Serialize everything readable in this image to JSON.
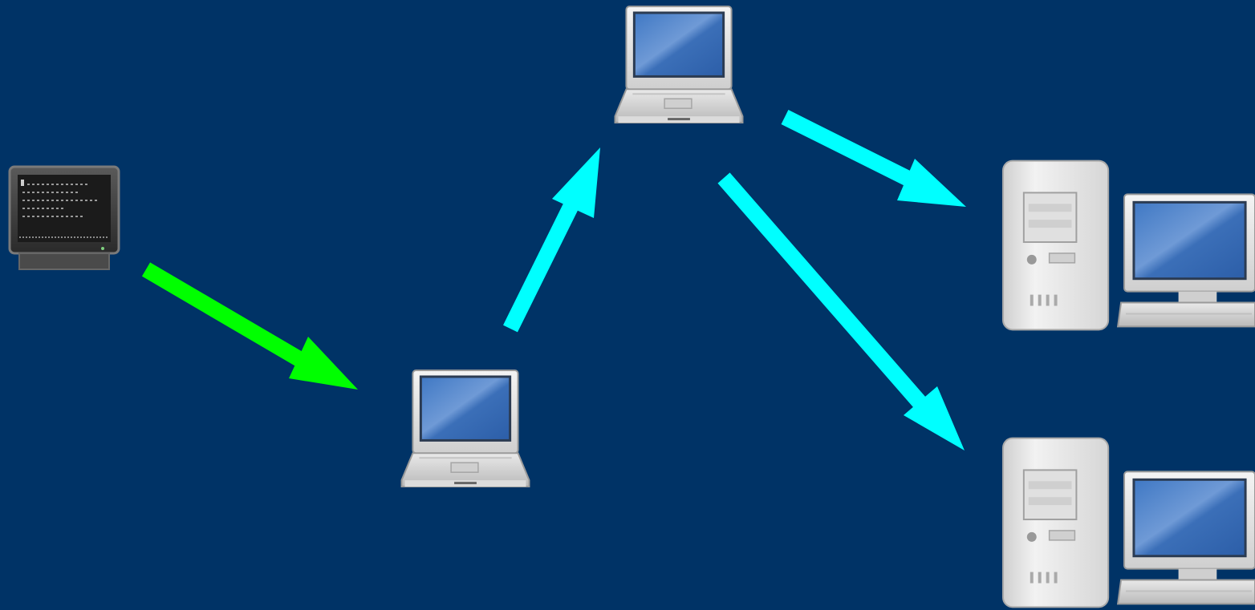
{
  "diagram": {
    "background_color": "#003366",
    "arrow_colors": {
      "green": "#00ff00",
      "cyan": "#00ffff"
    },
    "nodes": [
      {
        "id": "terminal",
        "icon": "terminal-monitor-icon"
      },
      {
        "id": "laptop-left",
        "icon": "laptop-icon"
      },
      {
        "id": "laptop-top",
        "icon": "laptop-icon"
      },
      {
        "id": "workstation-upper",
        "icon": "desktop-workstation-icon"
      },
      {
        "id": "workstation-lower",
        "icon": "desktop-workstation-icon"
      }
    ],
    "edges": [
      {
        "from": "terminal",
        "to": "laptop-left",
        "color": "green"
      },
      {
        "from": "laptop-left",
        "to": "laptop-top",
        "color": "cyan"
      },
      {
        "from": "laptop-top",
        "to": "workstation-upper",
        "color": "cyan"
      },
      {
        "from": "laptop-top",
        "to": "workstation-lower",
        "color": "cyan"
      }
    ]
  }
}
